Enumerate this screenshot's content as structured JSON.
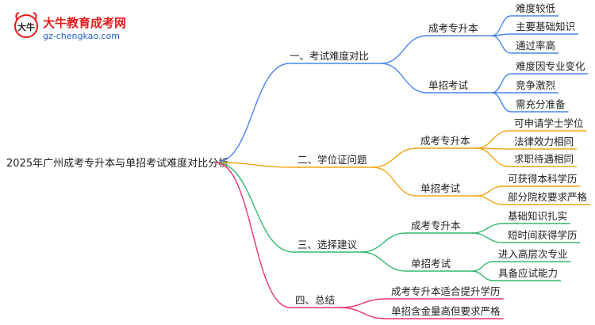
{
  "logo": {
    "title": "大牛教育成考网",
    "url": "gz-chengkao.com",
    "mark": "大牛"
  },
  "root": "2025年广州成考专升本与单招考试难度对比分析",
  "branches": [
    {
      "label": "一、考试难度对比",
      "color": "#4a86e8",
      "children": [
        {
          "label": "成考专升本",
          "leaves": [
            "难度较低",
            "主要基础知识",
            "通过率高"
          ]
        },
        {
          "label": "单招考试",
          "leaves": [
            "难度因专业变化",
            "竞争激烈",
            "需充分准备"
          ]
        }
      ]
    },
    {
      "label": "二、学位证问题",
      "color": "#f2a516",
      "children": [
        {
          "label": "成考专升本",
          "leaves": [
            "可申请学士学位",
            "法律效力相同",
            "求职待遇相同"
          ]
        },
        {
          "label": "单招考试",
          "leaves": [
            "可获得本科学历",
            "部分院校要求严格"
          ]
        }
      ]
    },
    {
      "label": "三、选择建议",
      "color": "#33b86f",
      "children": [
        {
          "label": "成考专升本",
          "leaves": [
            "基础知识扎实",
            "短时间获得学历"
          ]
        },
        {
          "label": "单招考试",
          "leaves": [
            "进入高层次专业",
            "具备应试能力"
          ]
        }
      ]
    },
    {
      "label": "四、总结",
      "color": "#e8346b",
      "children": [],
      "leaves": [
        "成考专升本适合提升学历",
        "单招含金量高但要求严格"
      ]
    }
  ]
}
